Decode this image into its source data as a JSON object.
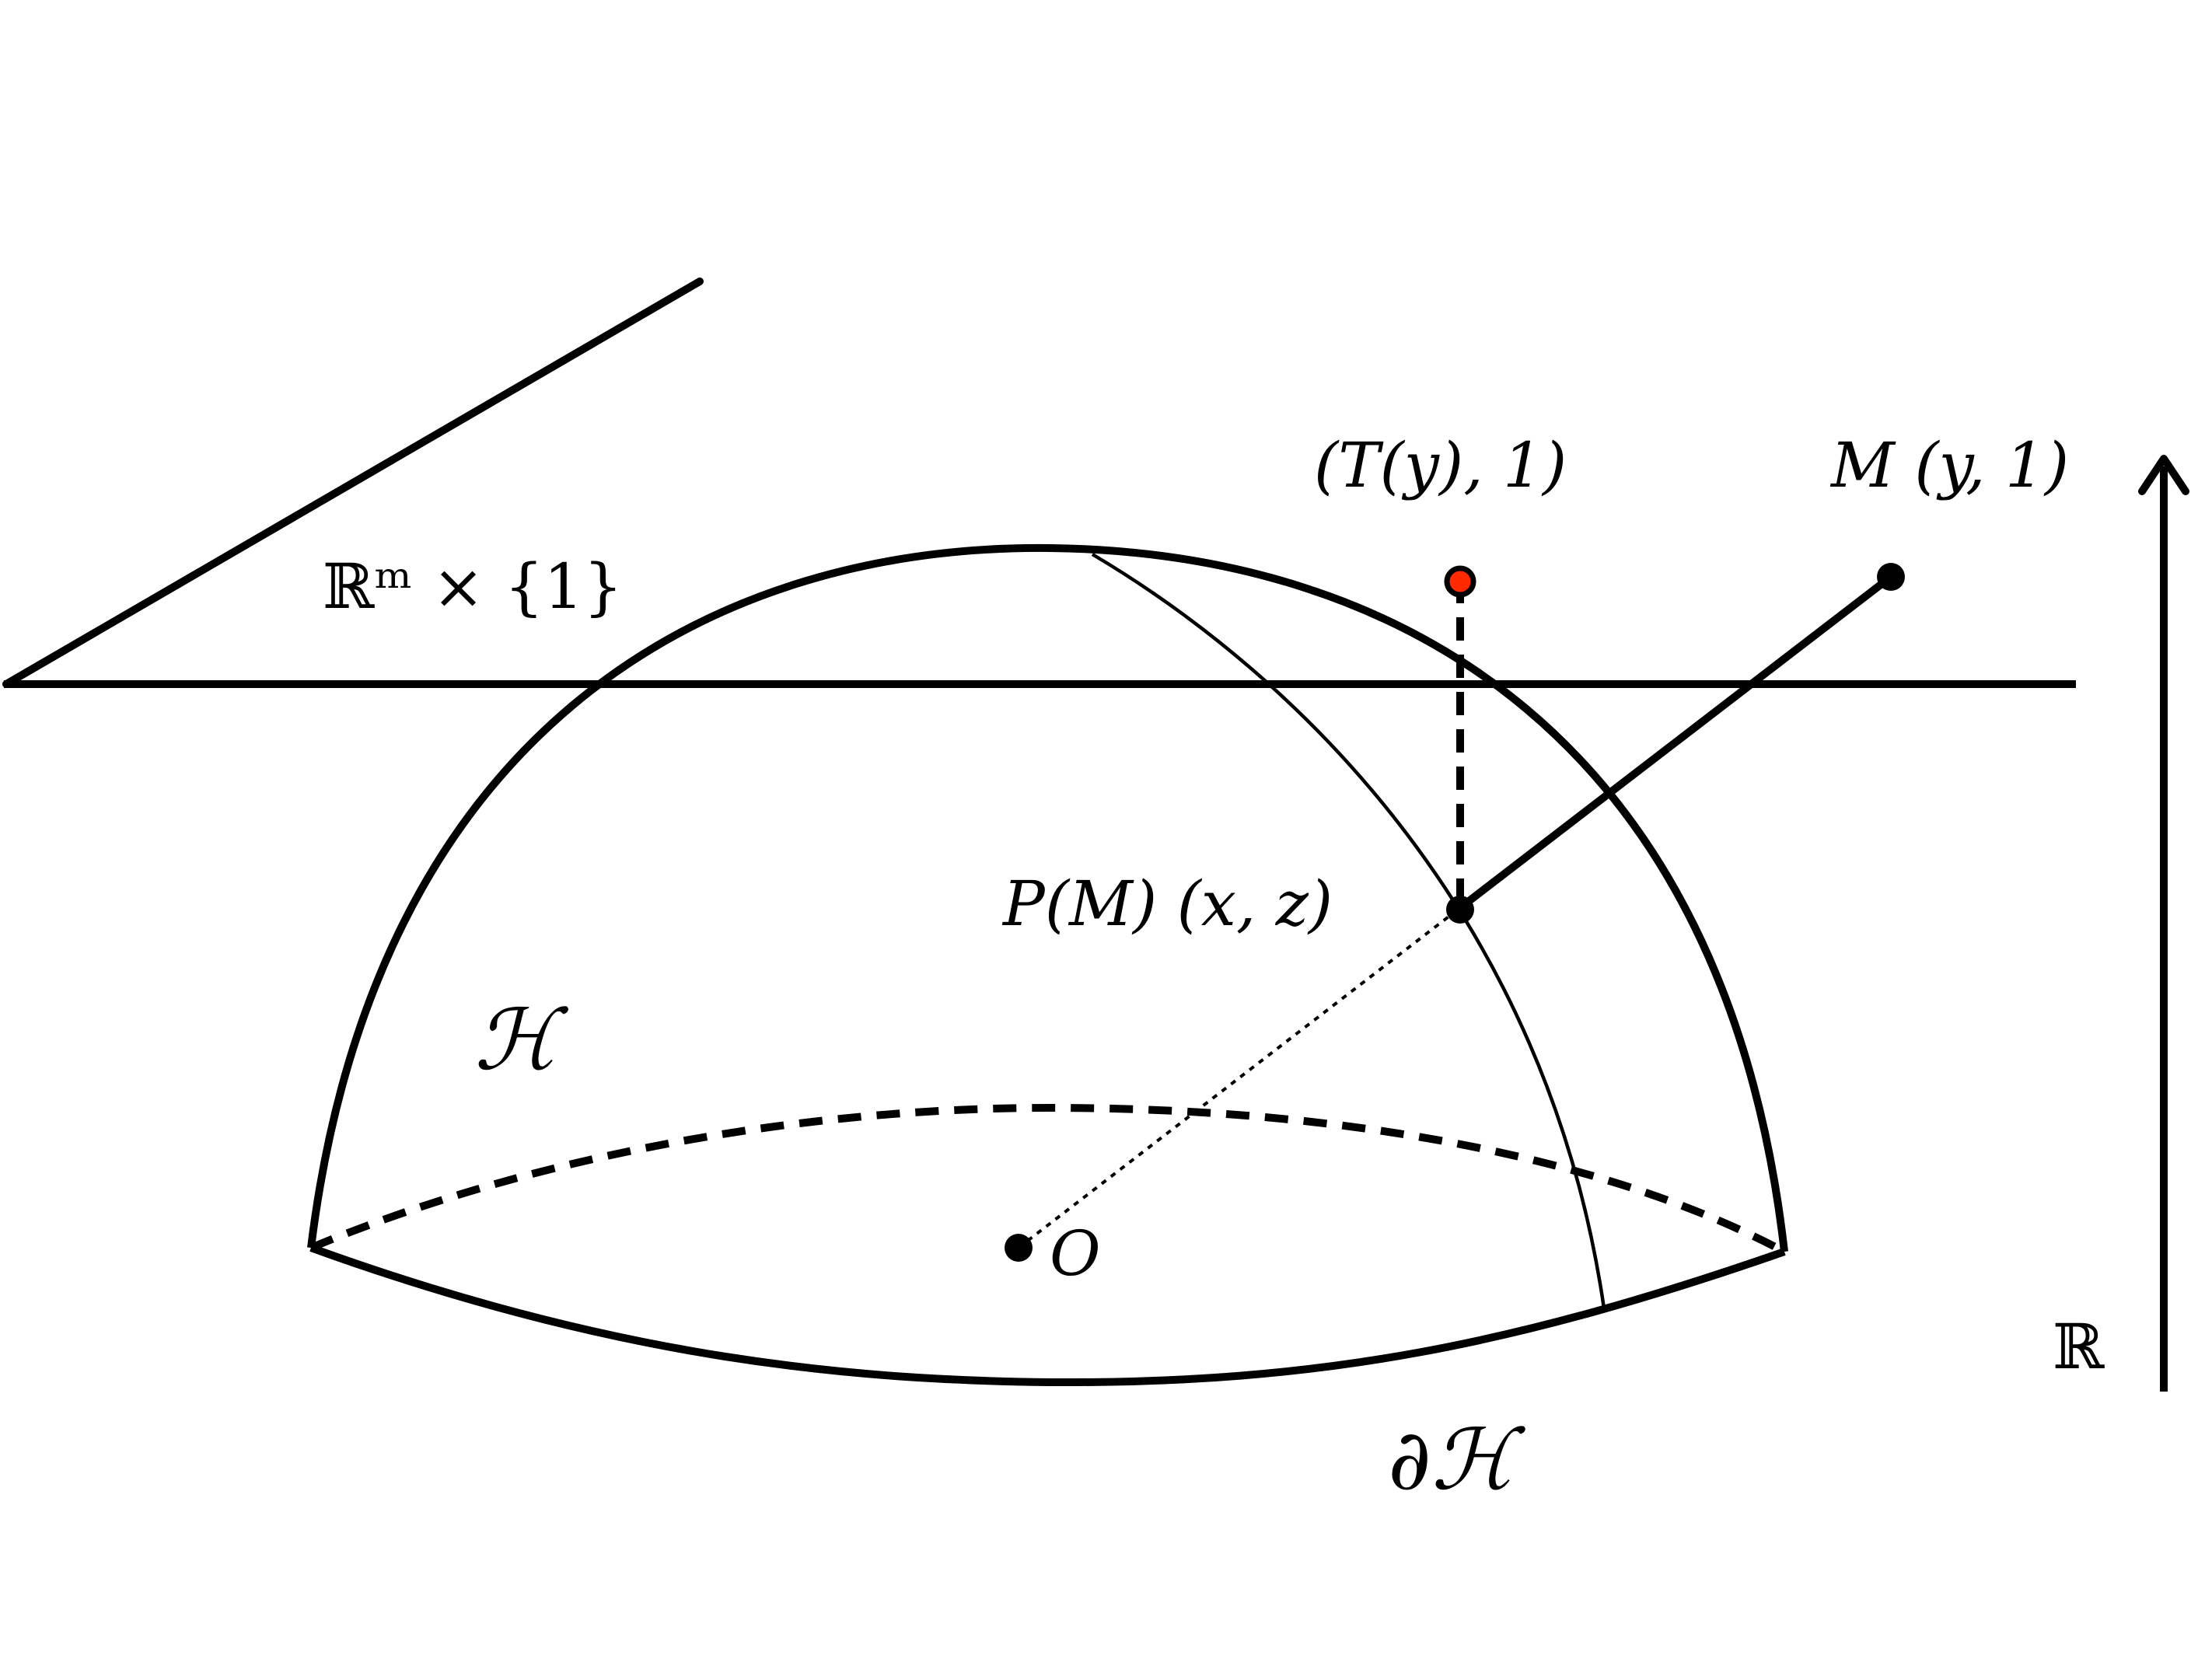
{
  "labels": {
    "plane": "ℝᵐ × {1}",
    "point_t": "(T(y), 1)",
    "point_m": "M (y, 1)",
    "point_p": "P(M) (x, z)",
    "origin": "O",
    "region": "ℋ",
    "boundary": "∂ℋ",
    "axis": "ℝ"
  },
  "colors": {
    "stroke": "#000000",
    "highlight": "#ff2a00"
  }
}
